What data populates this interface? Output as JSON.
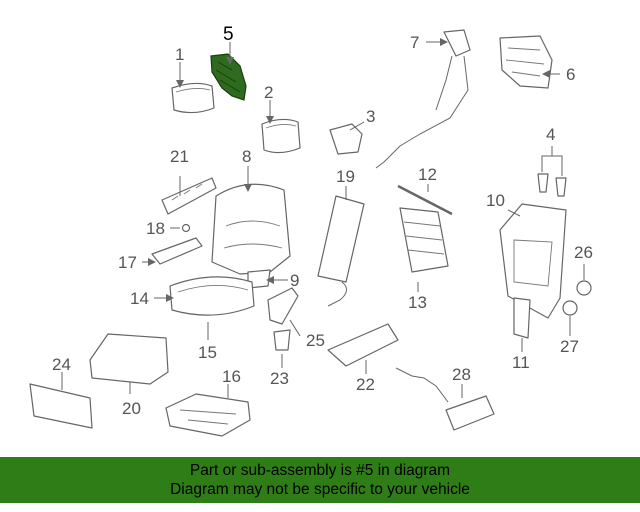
{
  "diagram": {
    "highlight_color": "#2f6b1e",
    "callouts": [
      "1",
      "2",
      "3",
      "4",
      "5",
      "6",
      "7",
      "8",
      "9",
      "10",
      "11",
      "12",
      "13",
      "14",
      "15",
      "16",
      "17",
      "18",
      "19",
      "20",
      "21",
      "22",
      "23",
      "24",
      "25",
      "26",
      "27",
      "28"
    ]
  },
  "banner": {
    "background": "#2e7d16",
    "line1": "Part or sub-assembly is #5 in diagram",
    "line2": "Diagram may not be specific to your vehicle"
  }
}
